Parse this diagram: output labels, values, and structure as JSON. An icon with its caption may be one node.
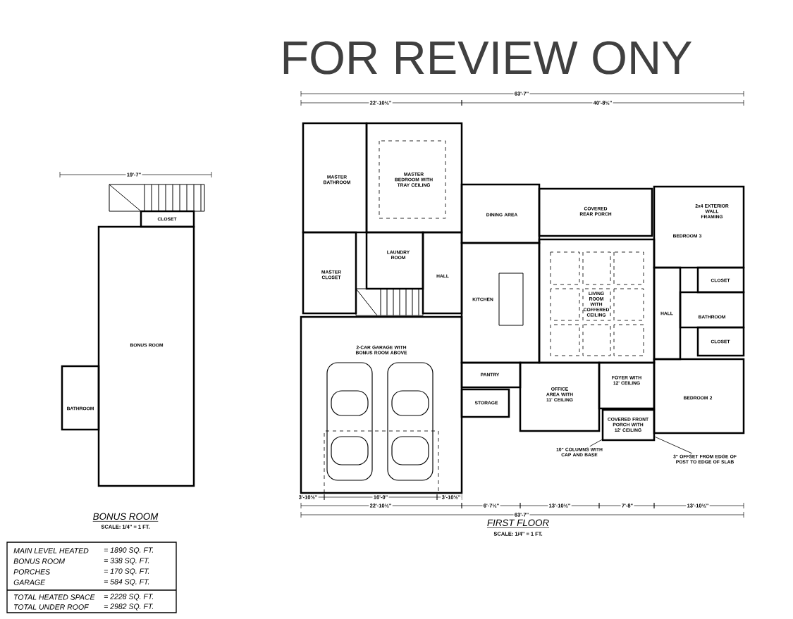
{
  "diagram": {
    "title": "FOR REVIEW ONY",
    "nodes": [
      {
        "text": [
          "MASTER BATHROOM"
        ]
      },
      {
        "text": [
          "MASTER BEDROOM WITH TRAY CEILING"
        ]
      },
      {
        "text": [
          "MASTER CLOSET"
        ]
      },
      {
        "text": [
          "LAUNDRY ROOM"
        ]
      },
      {
        "text": [
          "HALL"
        ]
      },
      {
        "text": [
          "DINING AREA"
        ]
      },
      {
        "text": [
          "COVERED REAR PORCH"
        ]
      },
      {
        "text": [
          "KITCHEN"
        ]
      },
      {
        "text": [
          "LIVING ROOM WITH COFFERED CEILING"
        ]
      },
      {
        "text": [
          "BEDROOM 3"
        ]
      },
      {
        "text": [
          "HALL"
        ]
      },
      {
        "text": [
          "CLOSET"
        ]
      },
      {
        "text": [
          "BATHROOM"
        ]
      },
      {
        "text": [
          "CLOSET"
        ]
      },
      {
        "text": [
          "BEDROOM 2"
        ]
      },
      {
        "text": [
          "2-CAR GARAGE WITH BONUS ROOM ABOVE"
        ]
      },
      {
        "text": [
          "PANTRY"
        ]
      },
      {
        "text": [
          "STORAGE"
        ]
      },
      {
        "text": [
          "OFFICE AREA WITH 11' CEILING"
        ]
      },
      {
        "text": [
          "FOYER WITH 12' CEILING"
        ]
      },
      {
        "text": [
          "COVERED FRONT PORCH WITH 12' CEILING"
        ]
      },
      {
        "text": [
          "CLOSET"
        ]
      },
      {
        "text": [
          "BONUS ROOM"
        ]
      },
      {
        "text": [
          "BATHROOM"
        ]
      },
      {
        "text": [
          "10\" COLUMNS WITH CAP AND BASE"
        ]
      },
      {
        "text": [
          "3\" OFFSET FROM EDGE OF POST TO EDGE OF SLAB"
        ]
      }
    ],
    "edges": [
      {
        "from": 24,
        "to": 20,
        "arrow": "none"
      },
      {
        "from": 25,
        "to": 20,
        "arrow": "none"
      }
    ],
    "labels": [
      "63'-7\"",
      "22'-10½\"",
      "40'-8½\"",
      "19'-7\"",
      "3'-10½\"",
      "16'-0\"",
      "3'-10½\"",
      "22'-10½\"",
      "6'-7½\"",
      "13'-10½\"",
      "7'-8\"",
      "13'-10½\"",
      "63'-7\"",
      "BONUS ROOM",
      "SCALE: 1/4\" = 1 FT.",
      "FIRST FLOOR",
      "SCALE: 1/4\" = 1 FT.",
      "MAIN LEVEL HEATED",
      "= 1890 SQ. FT.",
      "BONUS ROOM",
      "= 338 SQ. FT.",
      "PORCHES",
      "= 170 SQ. FT.",
      "GARAGE",
      "= 584 SQ. FT.",
      "TOTAL HEATED SPACE",
      "= 2228 SQ. FT.",
      "TOTAL UNDER ROOF",
      "= 2982 SQ. FT.",
      "2x4 EXTERIOR WALL FRAMING"
    ]
  }
}
